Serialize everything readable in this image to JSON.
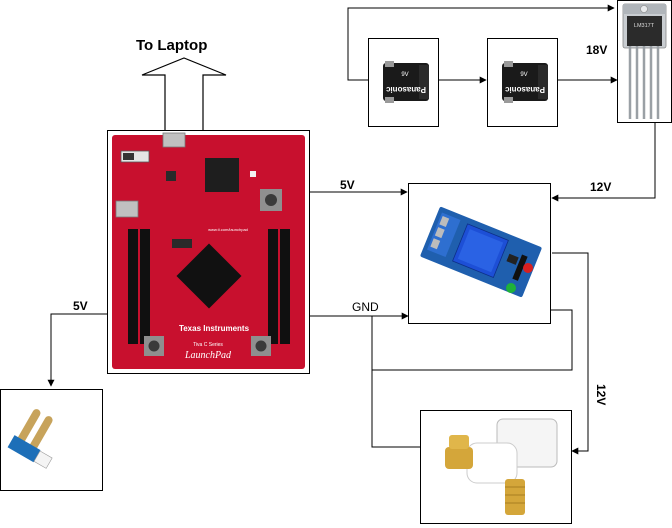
{
  "labels": {
    "to_laptop": "To Laptop",
    "sensor_5v": "5V",
    "relay_5v": "5V",
    "gnd": "GND",
    "relay_12v": "12V",
    "regulator_18v": "18V",
    "valve_12v": "12V"
  },
  "board": {
    "brand": "Texas Instruments",
    "series": "Tiva C Series",
    "product": "LaunchPad",
    "url": "www.ti.com/launchpad",
    "color": "#c8102e"
  },
  "battery": {
    "brand": "Panasonic",
    "voltage": "9V",
    "color": "#1a1a1a"
  },
  "regulator": {
    "text": "LM317T"
  },
  "colors": {
    "line": "#000000",
    "relay_blue": "#1f5fae",
    "sensor_blue": "#1d6fb8",
    "valve_brass": "#d4a63a"
  }
}
